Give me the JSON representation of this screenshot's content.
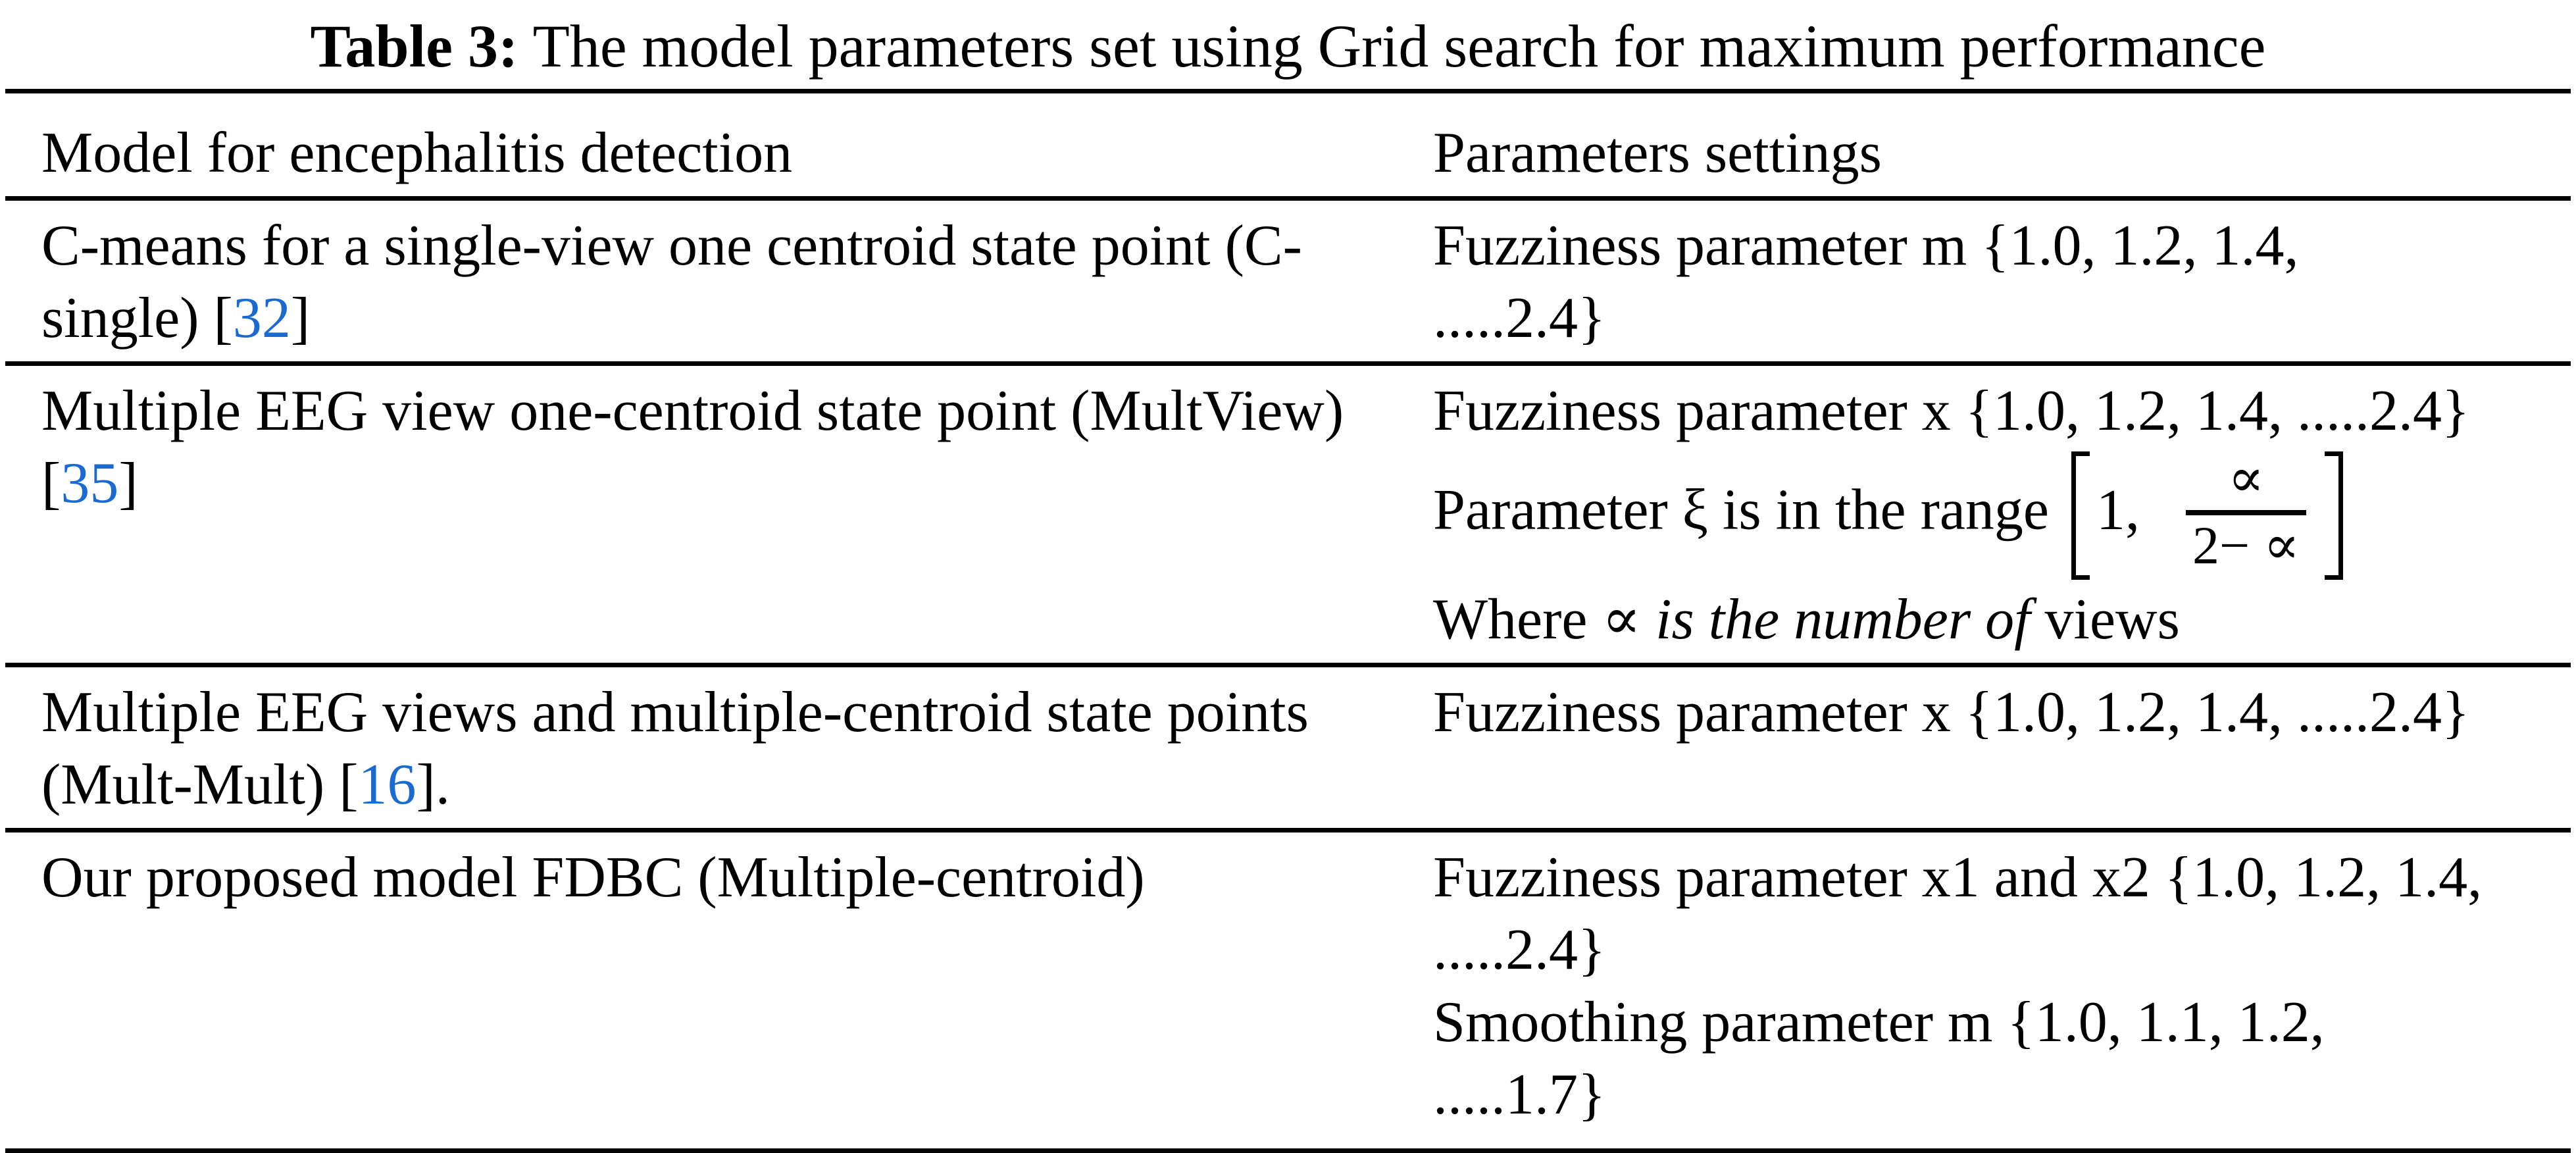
{
  "colors": {
    "link": "#1a6ad2",
    "text": "#000000",
    "rule": "#000000"
  },
  "title": {
    "label": "Table 3:",
    "text": "The model parameters set using Grid search for maximum performance"
  },
  "header": {
    "col1": "Model for encephalitis detection",
    "col2": "Parameters settings"
  },
  "rows": [
    {
      "model": {
        "line1": "C-means for a single-view one centroid state point (C-",
        "line2_pre": "single) [",
        "ref": "32",
        "line2_post": "]"
      },
      "params": {
        "line1": "Fuzziness parameter m {1.0, 1.2, 1.4,",
        "line2": ".....2.4}"
      }
    },
    {
      "model": {
        "line1": "Multiple EEG view one-centroid state point (MultView)",
        "line2_pre": "[",
        "ref": "35",
        "line2_post": "]"
      },
      "params": {
        "line1": "Fuzziness parameter x {1.0, 1.2, 1.4, .....2.4}",
        "formula": {
          "pre": "Parameter ξ is in the range",
          "lower": "1,",
          "num": "∝",
          "den": "2− ∝"
        },
        "note_pre": "Where ",
        "note_italic": "∝ is the number of",
        "note_post": " views"
      }
    },
    {
      "model": {
        "line1": "Multiple EEG views and multiple-centroid state points",
        "line2_pre": "(Mult-Mult) [",
        "ref": "16",
        "line2_post": "]."
      },
      "params": {
        "line1": "Fuzziness parameter x {1.0, 1.2, 1.4, .....2.4}"
      }
    },
    {
      "model": {
        "line1": "Our proposed model FDBC (Multiple-centroid)"
      },
      "params": {
        "line1": "Fuzziness parameter x1 and x2 {1.0, 1.2, 1.4,",
        "line2": ".....2.4}",
        "line3": "Smoothing parameter m {1.0, 1.1, 1.2,",
        "line4": ".....1.7}"
      }
    }
  ]
}
